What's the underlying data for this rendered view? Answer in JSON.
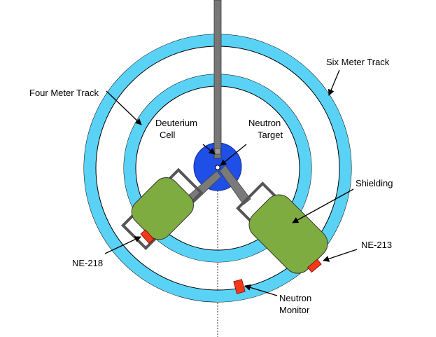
{
  "labels": {
    "four_meter_track": "Four Meter Track",
    "six_meter_track": "Six Meter Track",
    "deuterium_line1": "Deuterium",
    "deuterium_line2": "Cell",
    "neutron_target_line1": "Neutron",
    "neutron_target_line2": "Target",
    "shielding": "Shielding",
    "ne218": "NE-218",
    "ne213": "NE-213",
    "neutron_monitor_line1": "Neutron",
    "neutron_monitor_line2": "Monitor"
  },
  "colors": {
    "track": "#5ad2f5",
    "deuterium_cell": "#1f4fe6",
    "shielding": "#7fac41",
    "detector": "#f23a1b",
    "beamline": "#777777",
    "frame": "#555555"
  }
}
